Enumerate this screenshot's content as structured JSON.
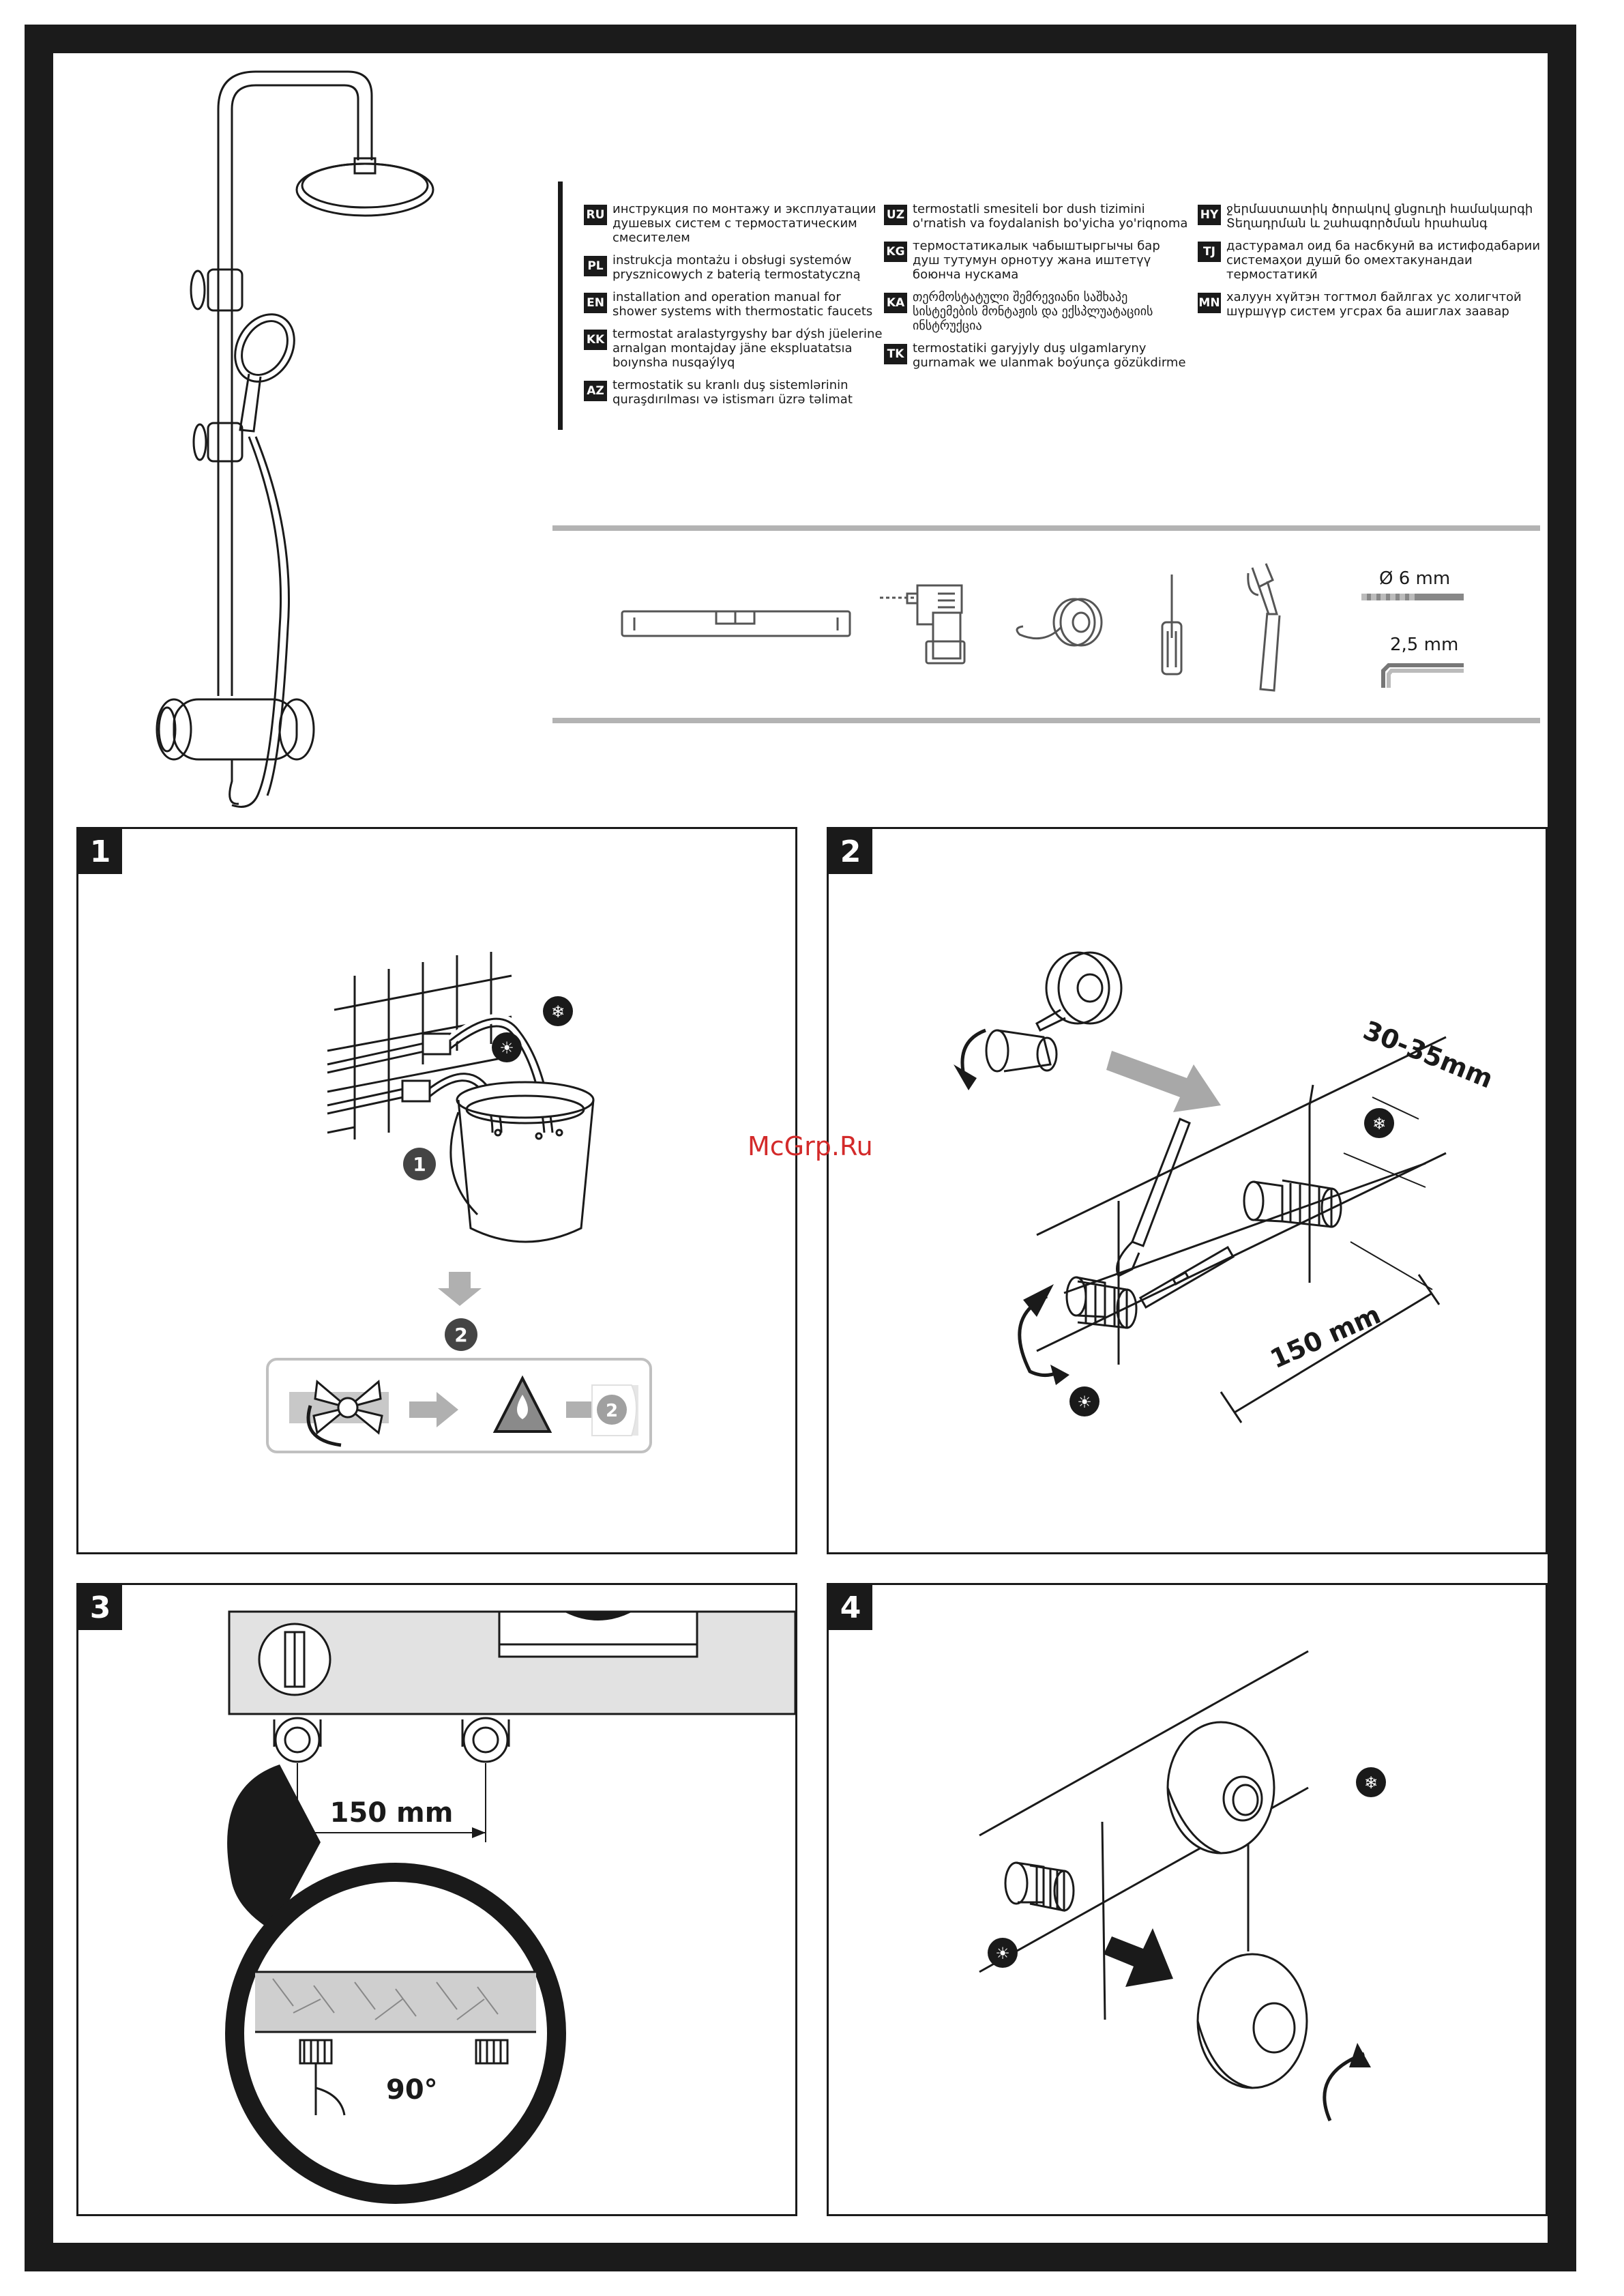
{
  "languages": {
    "col1": [
      {
        "code": "RU",
        "text": "инструкция по монтажу и эксплуатации\nдушевых систем с термостатическим\nсмесителем"
      },
      {
        "code": "PL",
        "text": "instrukcja montażu i obsługi systemów\nprysznicowych z baterią termostatyczną"
      },
      {
        "code": "EN",
        "text": "installation and operation manual for\nshower systems with thermostatic faucets"
      },
      {
        "code": "KK",
        "text": "termostat aralastyrgyshy bar dýsh jüelerine\narnalgan montajday jäne ekspluatatsıa\nboıynsha nusqaýlyq"
      },
      {
        "code": "AZ",
        "text": "termostatik su kranlı duş sistemlərinin\nquraşdırılması və istismarı üzrə təlimat"
      }
    ],
    "col2": [
      {
        "code": "UZ",
        "text": "termostatli smesiteli bor dush tizimini\no'rnatish va foydalanish bo'yicha yo'riqnoma"
      },
      {
        "code": "KG",
        "text": "термостатикалык чабыштыргычы бар\nдуш тутумун орнотуу жана иштетүү\nбоюнча нускама"
      },
      {
        "code": "KA",
        "text": "თერმოსტატული შემრევიანი საშხაპე\nსისტემების მონტაჟის და ექსპლუატაციის\nინსტრუქცია"
      },
      {
        "code": "TK",
        "text": "termostatiki garyjyly duş ulgamlaryny\ngurnamak we ulanmak boýunça gözükdirme"
      }
    ],
    "col3": [
      {
        "code": "HY",
        "text": "ջերմաստատիկ ծորակով ցնցուղի համակարգի\nՏեղադրման և շահագործման հրահանգ"
      },
      {
        "code": "TJ",
        "text": "дастурамал оид ба насбкунӣ ва истифодабарии\nсистемаҳои душӣ бо омехтакунандаи термостатикӣ"
      },
      {
        "code": "MN",
        "text": "халуун хүйтэн тогтмол байлгах ус холигчтой\nшүршүүр систем угсрах ба ашиглах заавар"
      }
    ]
  },
  "tools": {
    "drill_size": "Ø 6 mm",
    "hex_size": "2,5 mm"
  },
  "steps": [
    {
      "number": "1"
    },
    {
      "number": "2"
    },
    {
      "number": "3"
    },
    {
      "number": "4"
    }
  ],
  "step1": {
    "badge1": "1",
    "badge2": "2",
    "end_icon": "2"
  },
  "step2": {
    "depth": "30-35mm",
    "spacing": "150 mm"
  },
  "step3": {
    "spacing": "150 mm",
    "angle": "90°"
  },
  "watermark": "McGrp.Ru"
}
